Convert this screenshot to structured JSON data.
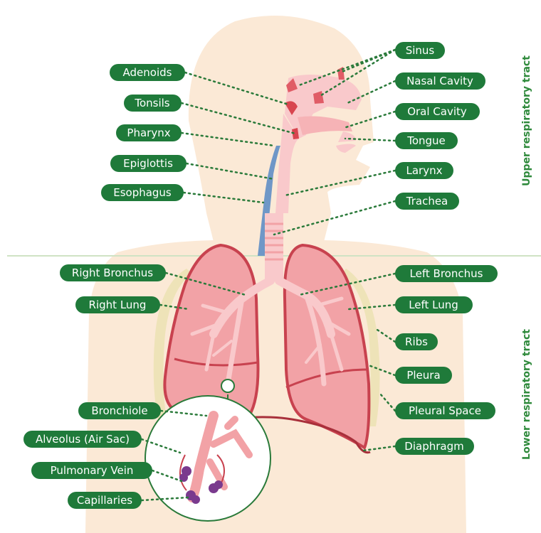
{
  "colors": {
    "label_bg": "#1f7a3a",
    "label_text": "#ffffff",
    "section_text": "#2f8a3c",
    "leader": "#2a7a3a",
    "body": "#fbe9d6",
    "lung_fill": "#f2a2a6",
    "lung_stroke": "#c8424f",
    "airway": "#f9c9cb",
    "esophagus": "#6f97c7",
    "ribs": "#eee3b8",
    "capillary": "#7a3a8e",
    "diaphragm": "#a8303b"
  },
  "sections": {
    "upper": "Upper respiratory tract",
    "lower": "Lower respiratory tract"
  },
  "labels": {
    "sinus": "Sinus",
    "adenoids": "Adenoids",
    "nasal_cavity": "Nasal Cavity",
    "tonsils": "Tonsils",
    "oral_cavity": "Oral Cavity",
    "pharynx": "Pharynx",
    "tongue": "Tongue",
    "epiglottis": "Epiglottis",
    "larynx": "Larynx",
    "esophagus": "Esophagus",
    "trachea": "Trachea",
    "right_bronchus": "Right Bronchus",
    "left_bronchus": "Left Bronchus",
    "right_lung": "Right Lung",
    "left_lung": "Left Lung",
    "ribs": "Ribs",
    "pleura": "Pleura",
    "bronchiole": "Bronchiole",
    "pleural_space": "Pleural Space",
    "alveolus": "Alveolus (Air Sac)",
    "diaphragm": "Diaphragm",
    "pulmonary_vein": "Pulmonary Vein",
    "capillaries": "Capillaries"
  }
}
